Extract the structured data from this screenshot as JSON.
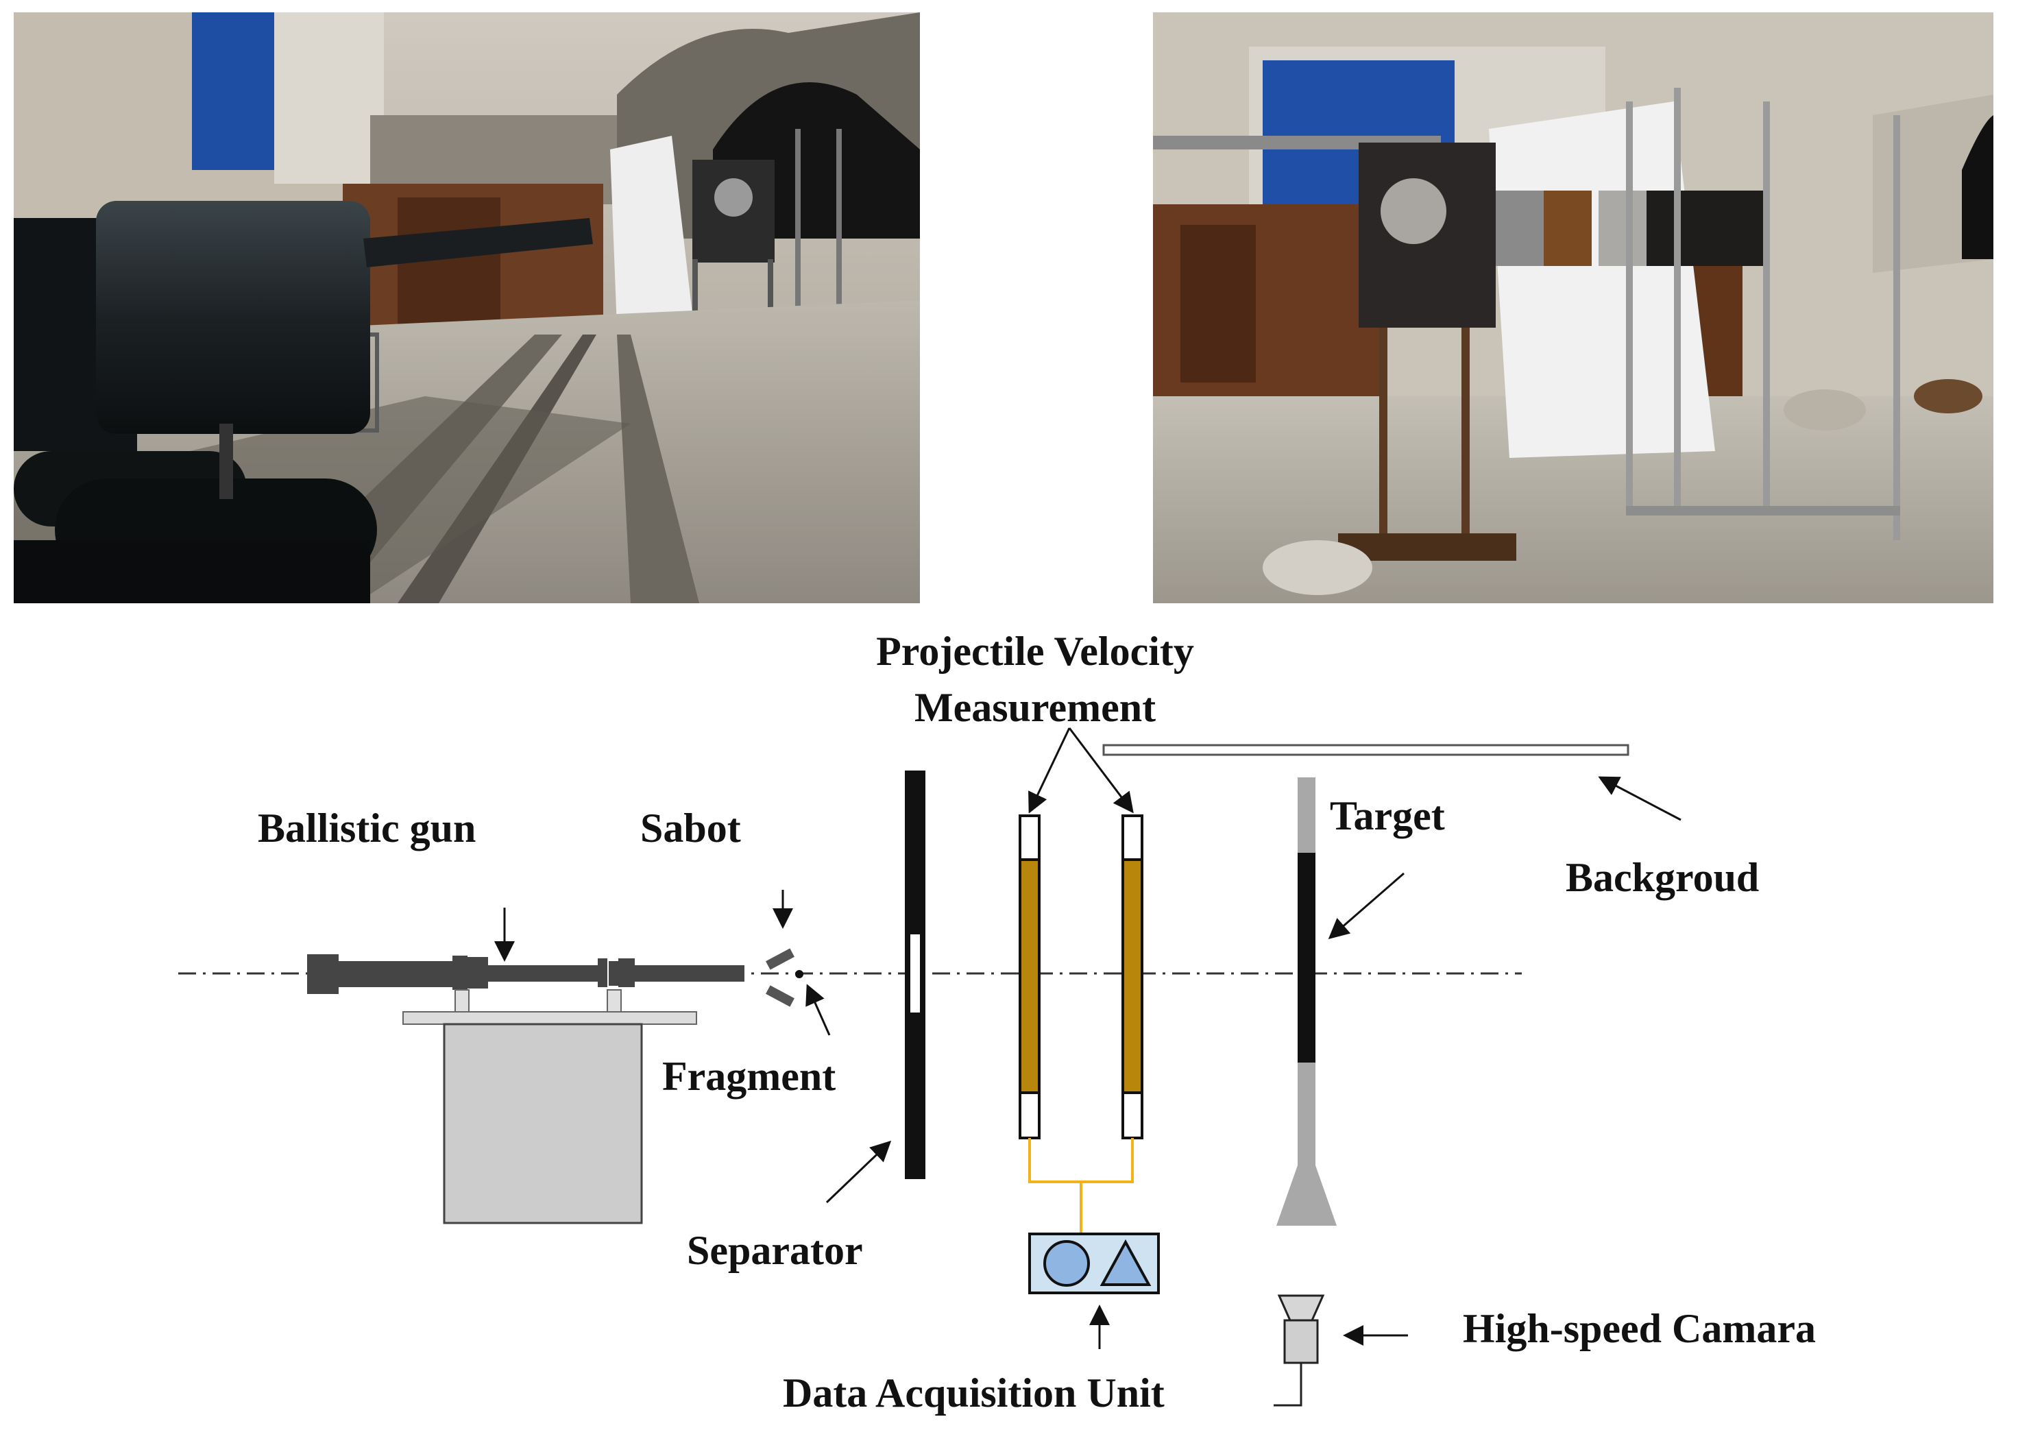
{
  "labels": {
    "projectile_velocity_line1": "Projectile Velocity",
    "projectile_velocity_line2": "Measurement",
    "ballistic_gun": "Ballistic gun",
    "sabot": "Sabot",
    "target": "Target",
    "background": "Backgroud",
    "fragment": "Fragment",
    "separator": "Separator",
    "high_speed_camera": "High-speed Camara",
    "data_acquisition_unit": "Data Acquisition Unit"
  },
  "colors": {
    "gun": "#454545",
    "sensor_bar": "#b8860b",
    "wire": "#f2b21a",
    "daq_fill": "#cfe2f2",
    "daq_shape": "#8fb6e2",
    "stand_gray": "#a8a8a8",
    "housing_gray": "#cccccc"
  }
}
